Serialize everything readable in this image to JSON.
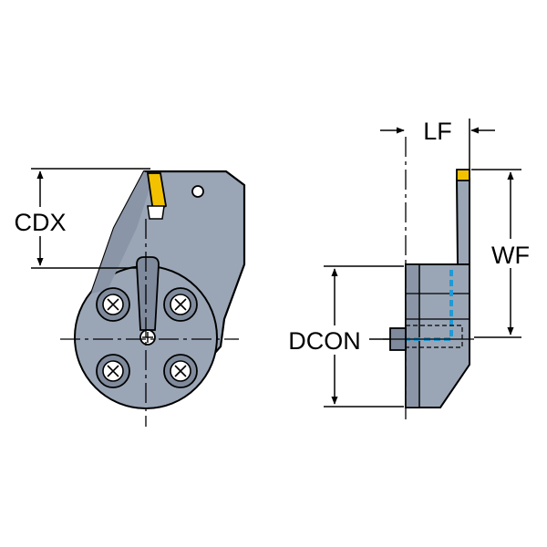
{
  "labels": {
    "cdx": "CDX",
    "lf": "LF",
    "wf": "WF",
    "dcon": "DCON"
  },
  "colors": {
    "body": "#9aa6b6",
    "body_dark": "#6f7b8c",
    "insert": "#f2c200",
    "coolant": "#1e9ad6",
    "line": "#000000",
    "screw": "#ffffff"
  }
}
